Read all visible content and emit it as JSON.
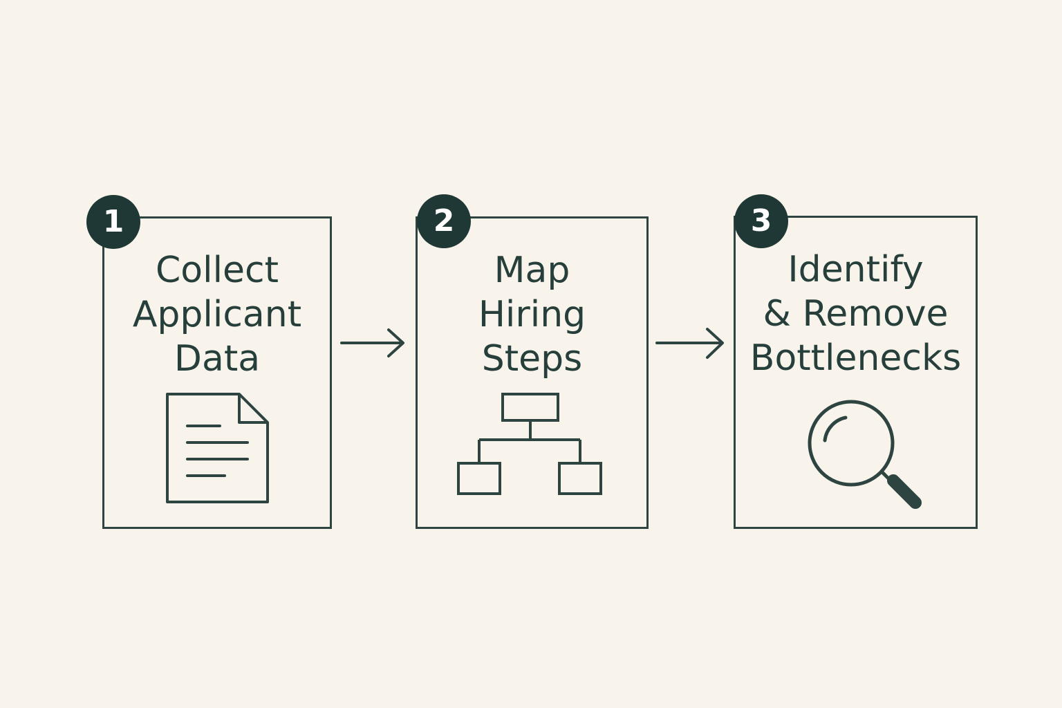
{
  "steps": [
    {
      "number": "1",
      "title_lines": [
        "Collect",
        "Applicant",
        "Data"
      ],
      "icon": "document-icon"
    },
    {
      "number": "2",
      "title_lines": [
        "Map",
        "Hiring",
        "Steps"
      ],
      "icon": "flowchart-icon"
    },
    {
      "number": "3",
      "title_lines": [
        "Identify",
        "& Remove",
        "Bottlenecks"
      ],
      "icon": "magnifying-glass-icon"
    }
  ],
  "connectors": [
    {
      "from": "1",
      "to": "2",
      "icon": "arrow-right-icon"
    },
    {
      "from": "2",
      "to": "3",
      "icon": "arrow-right-icon"
    }
  ],
  "colors": {
    "background": "#f8f3eb",
    "ink": "#2d4440",
    "badge": "#1f3835",
    "badge_text": "#ffffff"
  }
}
